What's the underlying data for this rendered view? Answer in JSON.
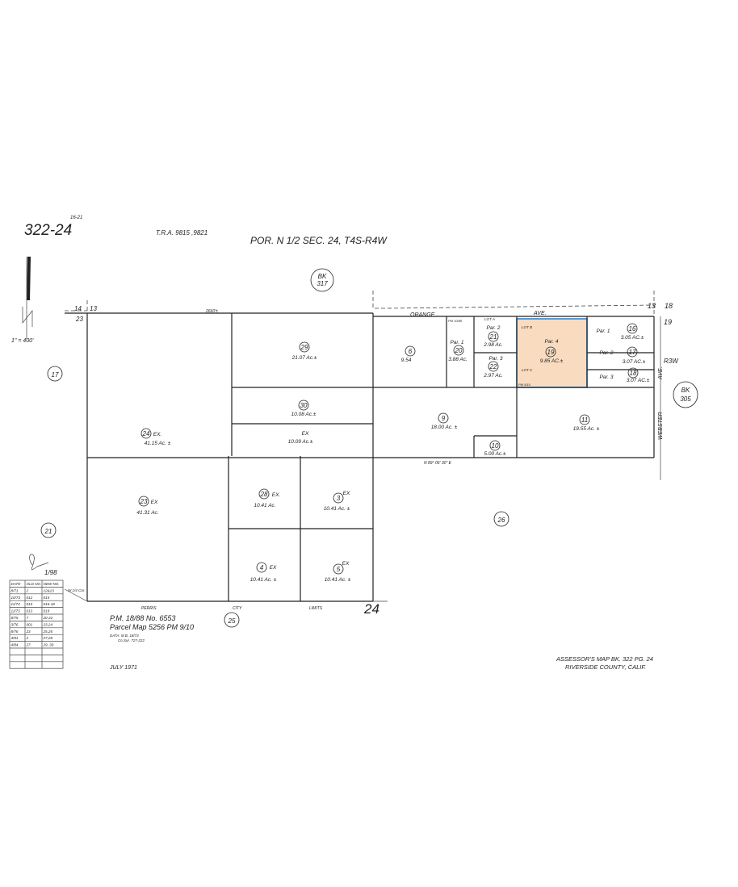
{
  "header": {
    "page_number": "322-24",
    "page_sub": "16-21",
    "tra": "T.R.A. 9815 ,9821",
    "title": "POR. N 1/2 SEC. 24, T4S-R4W",
    "scale": "1\" = 400'"
  },
  "book_refs": {
    "top": [
      "BK",
      "317"
    ],
    "right": [
      "BK",
      "305"
    ]
  },
  "sections": {
    "s14": "14",
    "s13": "13",
    "s23": "23",
    "s13r": "13",
    "s18": "18",
    "s19": "19",
    "s17": "17",
    "s21": "21",
    "s26": "26",
    "s25": "25",
    "s24": "24",
    "r3w": "R3W"
  },
  "streets": {
    "orange": "ORANGE",
    "ave": "AVE.",
    "webster": "WEBSTER",
    "webster_ave": "AVE.",
    "perris": "PERRIS",
    "city": "CITY",
    "limits": "LIMITS"
  },
  "parcels": [
    {
      "num": "29",
      "area": "21.07 Ac.±"
    },
    {
      "num": "30",
      "area": "10.08 Ac.±"
    },
    {
      "num": "24",
      "area": "41.15 Ac. ±",
      "suffix": "EX."
    },
    {
      "num": "",
      "area": "10.09 Ac.±",
      "suffix": "EX"
    },
    {
      "num": "23",
      "area": "41.31 Ac.",
      "suffix": "EX"
    },
    {
      "num": "28",
      "area": "10.41 Ac.",
      "suffix": "EX."
    },
    {
      "num": "3",
      "area": "10.41 Ac. ±",
      "suffix": "EX"
    },
    {
      "num": "4",
      "area": "10.41 Ac. ±",
      "suffix": "EX"
    },
    {
      "num": "5",
      "area": "10.41 Ac. ±",
      "suffix": "EX"
    },
    {
      "num": "6",
      "area": "9.54"
    },
    {
      "num": "20",
      "area": "3.88 Ac.",
      "label": "Par. 1"
    },
    {
      "num": "21",
      "area": "2.98 Ac.",
      "label": "Par. 2"
    },
    {
      "num": "22",
      "area": "2.97 Ac.",
      "label": "Par. 3"
    },
    {
      "num": "19",
      "area": "9.85 AC.±",
      "label": "Par. 4"
    },
    {
      "num": "16",
      "area": "3.05 AC.±",
      "label": "Par. 1"
    },
    {
      "num": "17",
      "area": "3.07 AC.±",
      "label": "Par. 2"
    },
    {
      "num": "18",
      "area": "3.07 AC.±",
      "label": "Par. 3"
    },
    {
      "num": "9",
      "area": "18.00 Ac. ±"
    },
    {
      "num": "10",
      "area": "5.00 Ac.±"
    },
    {
      "num": "11",
      "area": "19.55 Ac. ±"
    }
  ],
  "lot_labels": {
    "lot_b": "LOT B",
    "lot_c": "LOT C",
    "lot_a": "LOT A",
    "pm_top": "PM 10/88",
    "pm_bot": "PM 5/10"
  },
  "bearings": {
    "bottom": "N 89° 06' 30\" E",
    "top": "2660'±"
  },
  "history_table": {
    "headers": [
      "DATE",
      "OLD NO.",
      "NEW NO."
    ],
    "rows": [
      [
        "8/71",
        "2",
        "12&13"
      ],
      [
        "10/73",
        "012",
        "015"
      ],
      [
        "11/73",
        "015",
        "016-18"
      ],
      [
        "11/73",
        "013",
        "019"
      ],
      [
        "8/75",
        "7",
        "20-22"
      ],
      [
        "3/76",
        "001",
        "23,24"
      ],
      [
        "8/76",
        "23",
        "25,26"
      ],
      [
        "3/81",
        "2",
        "27,28"
      ],
      [
        "4/84",
        "27",
        "29, 30"
      ],
      [
        "",
        "",
        ""
      ],
      [
        "",
        "",
        ""
      ],
      [
        "",
        "",
        ""
      ]
    ]
  },
  "signature": {
    "initials": "Bo",
    "date": "1/98"
  },
  "corner_note": "W 1/4 Cor.",
  "footer": {
    "pm1": "P.M. 18/88 No. 6553",
    "pm2": "Parcel Map 5256 PM 9/10",
    "data1": "DATA: M.B. 18/73",
    "data2": "Co.Sur. 727-222",
    "date": "JULY 1971",
    "assessor": "ASSESSOR'S MAP BK. 322 PG. 24",
    "county": "RIVERSIDE COUNTY, CALIF."
  },
  "colors": {
    "highlight_fill": "#f9dcc0",
    "highlight_stroke": "#1e88e5"
  }
}
